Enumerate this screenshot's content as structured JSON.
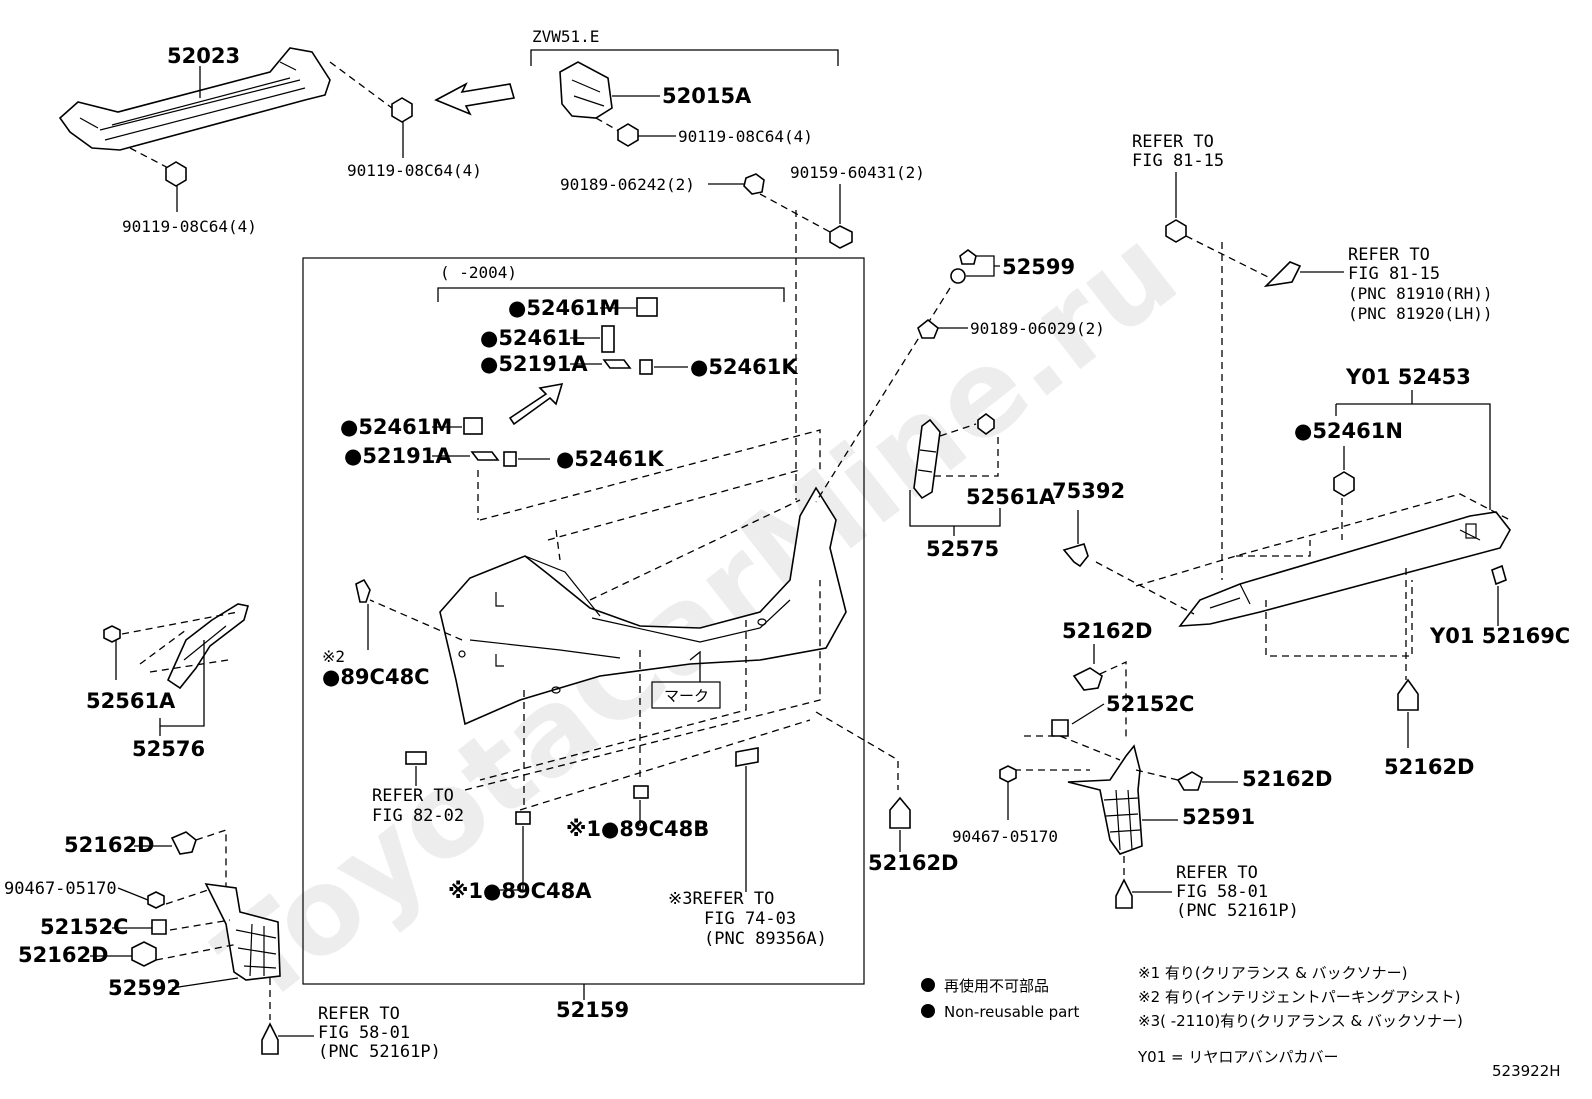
{
  "watermark": "ToyotaCarMine.ru",
  "header": {
    "variant": "ZVW51.E",
    "year_range": "(      -2004)"
  },
  "parts": {
    "p52023": "52023",
    "p52015A": "52015A",
    "b_right": "90119-08C64(4)",
    "b_left": "90119-08C64(4)",
    "b_top": "90119-08C64(4)",
    "p90189_06242": "90189-06242(2)",
    "p90159_60431": "90159-60431(2)",
    "p52461M_a": "●52461M",
    "p52461L": "●52461L",
    "p52191A_a": "●52191A",
    "p52461K_a": "●52461K",
    "p52461M_b": "●52461M",
    "p52191A_b": "●52191A",
    "p52461K_b": "●52461K",
    "p52599": "52599",
    "p90189_06029": "90189-06029(2)",
    "p52561A_r": "52561A",
    "p52575": "52575",
    "p52561A_l": "52561A",
    "p52576": "52576",
    "mark2": "※2",
    "p89C48C": "●89C48C",
    "marker_text": "マーク",
    "p89C48B": "※1●89C48B",
    "p89C48A": "※1●89C48A",
    "p52159": "52159",
    "p52162D_a": "52162D",
    "p90467_a": "90467-05170",
    "p52152C_a": "52152C",
    "p52162D_b": "52162D",
    "p52592": "52592",
    "p52162D_c": "52162D",
    "p52162D_d": "52162D",
    "p52152C_b": "52152C",
    "p52162D_e": "52162D",
    "p90467_b": "90467-05170",
    "p52591": "52591",
    "p75392": "75392",
    "pY01_52453": "Y01 52453",
    "p52461N": "●52461N",
    "pY01_52169C": "Y01 52169C",
    "p52162D_f": "52162D",
    "code": "523922H"
  },
  "refs": {
    "fig8115_a": [
      "REFER TO",
      "FIG 81-15"
    ],
    "fig8115_b": [
      "REFER TO",
      "FIG 81-15",
      "(PNC 81910(RH))",
      "(PNC 81920(LH))"
    ],
    "fig8202": [
      "REFER TO",
      "FIG 82-02"
    ],
    "fig7403": [
      "※3REFER TO",
      "FIG 74-03",
      "(PNC 89356A)"
    ],
    "fig5801_l": [
      "REFER TO",
      "FIG 58-01",
      "(PNC 52161P)"
    ],
    "fig5801_r": [
      "REFER TO",
      "FIG 58-01",
      "(PNC 52161P)"
    ]
  },
  "legend": {
    "reuse_jp": "再使用不可部品",
    "reuse_en": "Non-reusable part",
    "note1": "※1 有り(クリアランス  &  バックソナー)",
    "note2": "※2 有り(インテリジェントパーキングアシスト)",
    "note3": "※3(      -2110)有り(クリアランス  &  バックソナー)",
    "y01": "Y01 = リヤロアバンパカバー"
  }
}
